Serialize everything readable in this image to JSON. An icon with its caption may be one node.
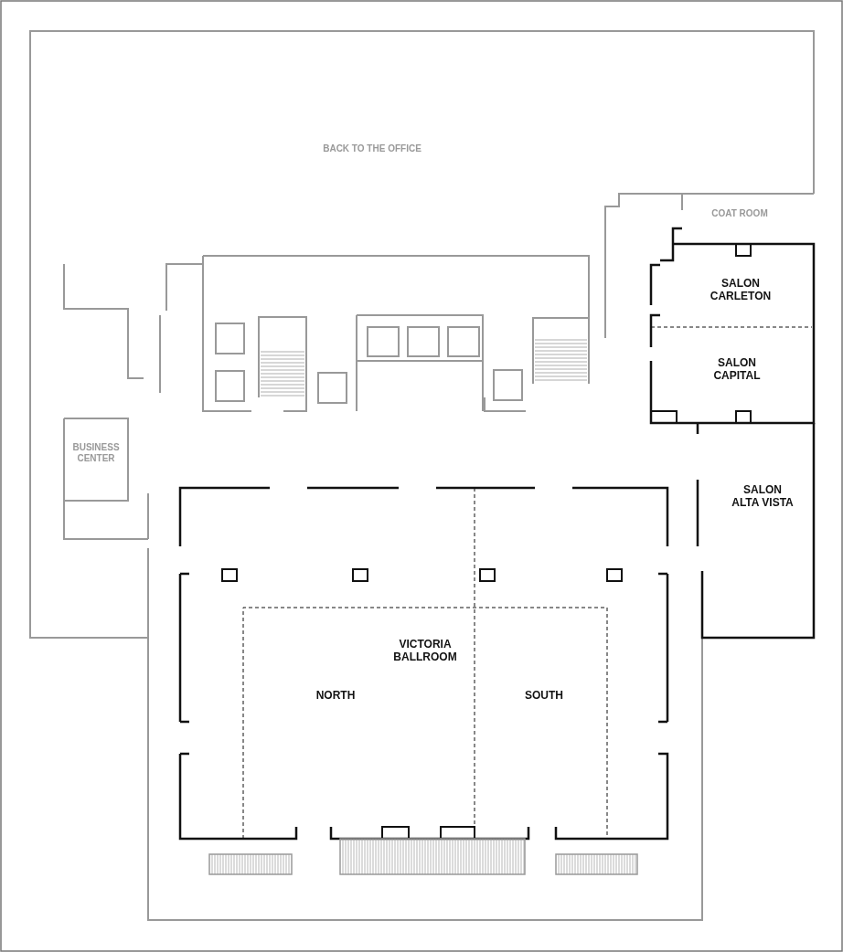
{
  "diagram": {
    "nodes": [
      {
        "text": [
          "BACK TO THE OFFICE"
        ]
      },
      {
        "text": [
          "COAT ROOM"
        ]
      },
      {
        "text": [
          "SALON CARLETON"
        ]
      },
      {
        "text": [
          "SALON CAPITAL"
        ]
      },
      {
        "text": [
          "SALON ALTA VISTA"
        ]
      },
      {
        "text": [
          "BUSINESS CENTER"
        ]
      },
      {
        "text": [
          "VICTORIA BALLROOM"
        ]
      },
      {
        "text": [
          "NORTH"
        ],
        "in": 6
      },
      {
        "text": [
          "SOUTH"
        ],
        "in": 6
      }
    ],
    "edges": []
  }
}
